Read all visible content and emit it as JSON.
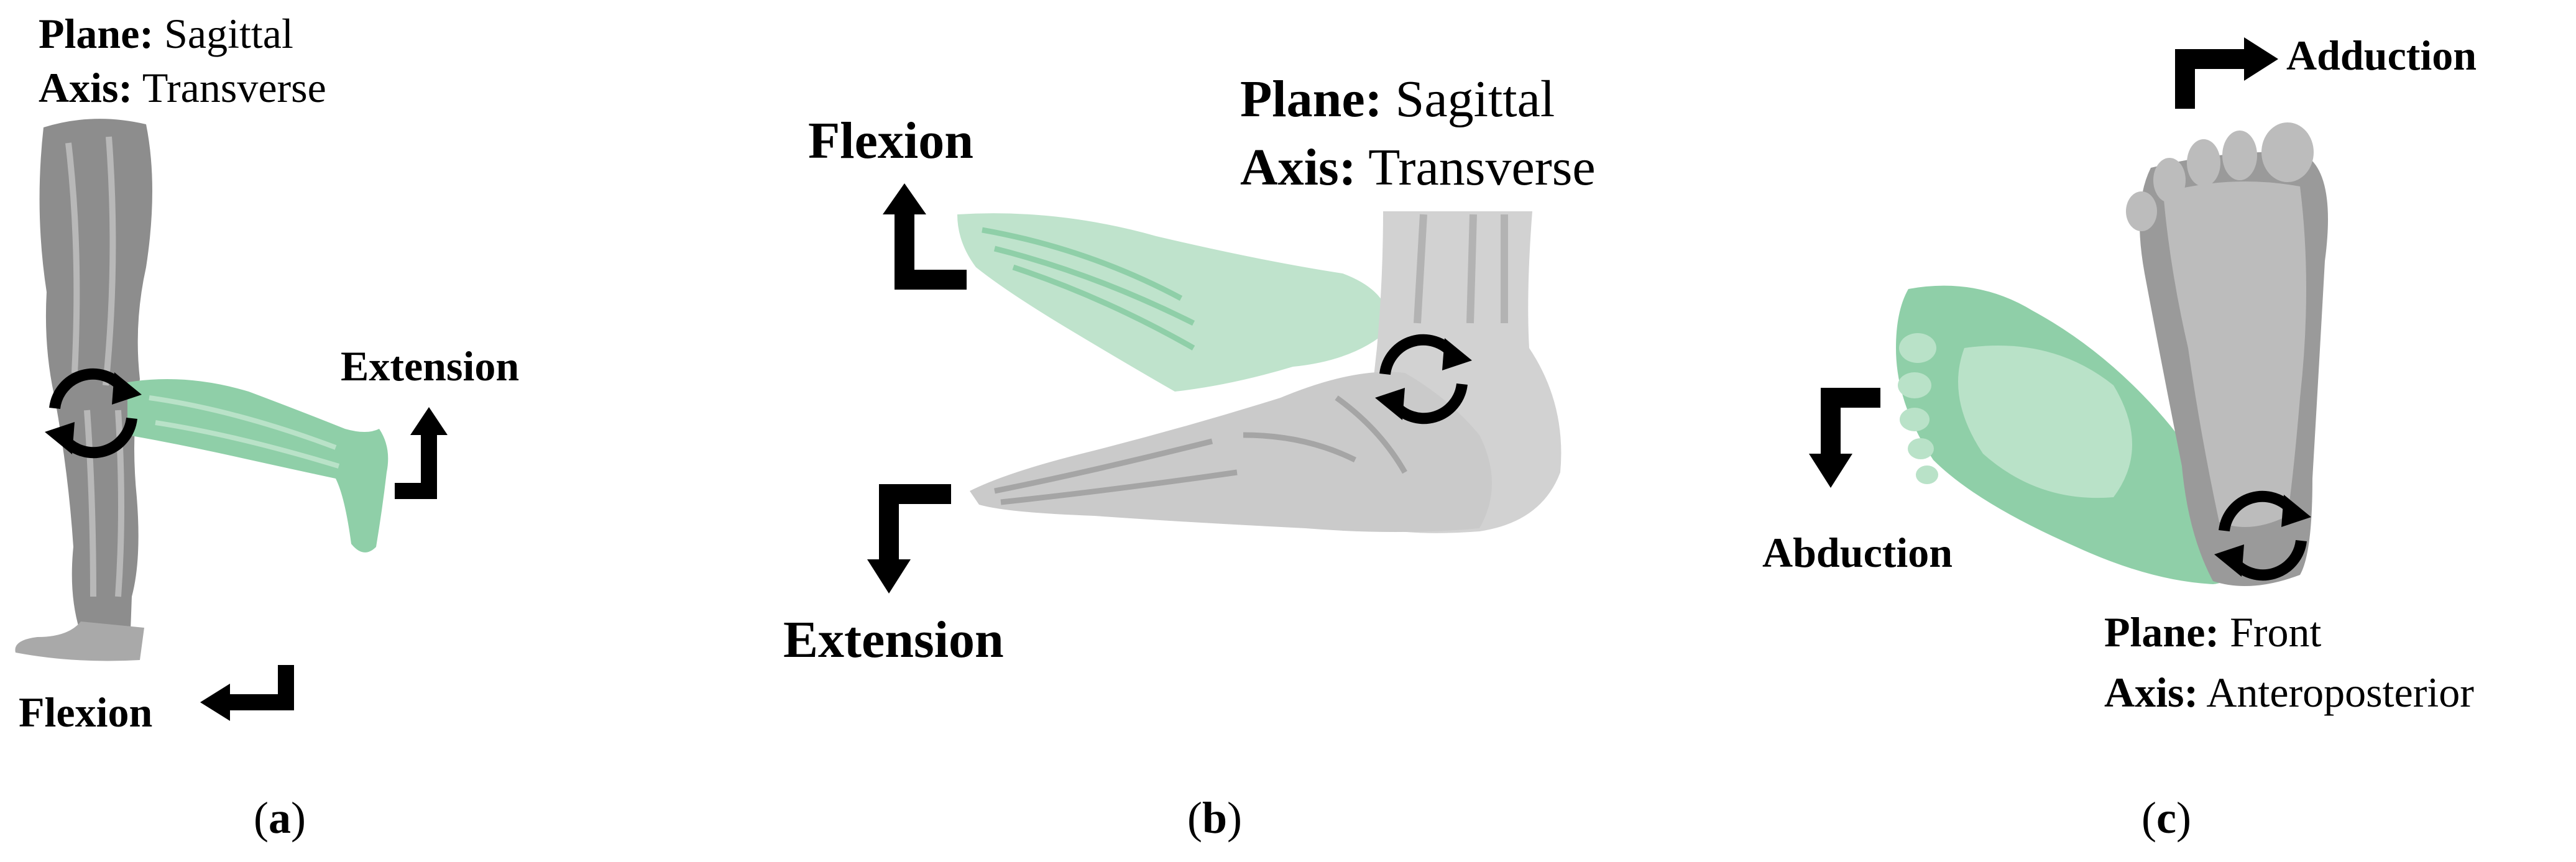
{
  "figure": {
    "panels": [
      {
        "id": "a",
        "plane_label": "Plane:",
        "plane_value": "Sagittal",
        "axis_label": "Axis:",
        "axis_value": "Transverse",
        "move_up": "Extension",
        "move_down": "Flexion",
        "caption_open": "(",
        "caption_letter": "a",
        "caption_close": ")"
      },
      {
        "id": "b",
        "plane_label": "Plane:",
        "plane_value": "Sagittal",
        "axis_label": "Axis:",
        "axis_value": "Transverse",
        "move_up": "Flexion",
        "move_down": "Extension",
        "caption_open": "(",
        "caption_letter": "b",
        "caption_close": ")"
      },
      {
        "id": "c",
        "plane_label": "Plane:",
        "plane_value": "Front",
        "axis_label": "Axis:",
        "axis_value": "Anteroposterior",
        "move_up": "Adduction",
        "move_down": "Abduction",
        "caption_open": "(",
        "caption_letter": "c",
        "caption_close": ")"
      }
    ],
    "colors": {
      "grey_tissue": "#9a9a9a",
      "grey_bone": "#c9c9c9",
      "green_tissue": "#8fcfa8",
      "arrow": "#000000"
    }
  }
}
